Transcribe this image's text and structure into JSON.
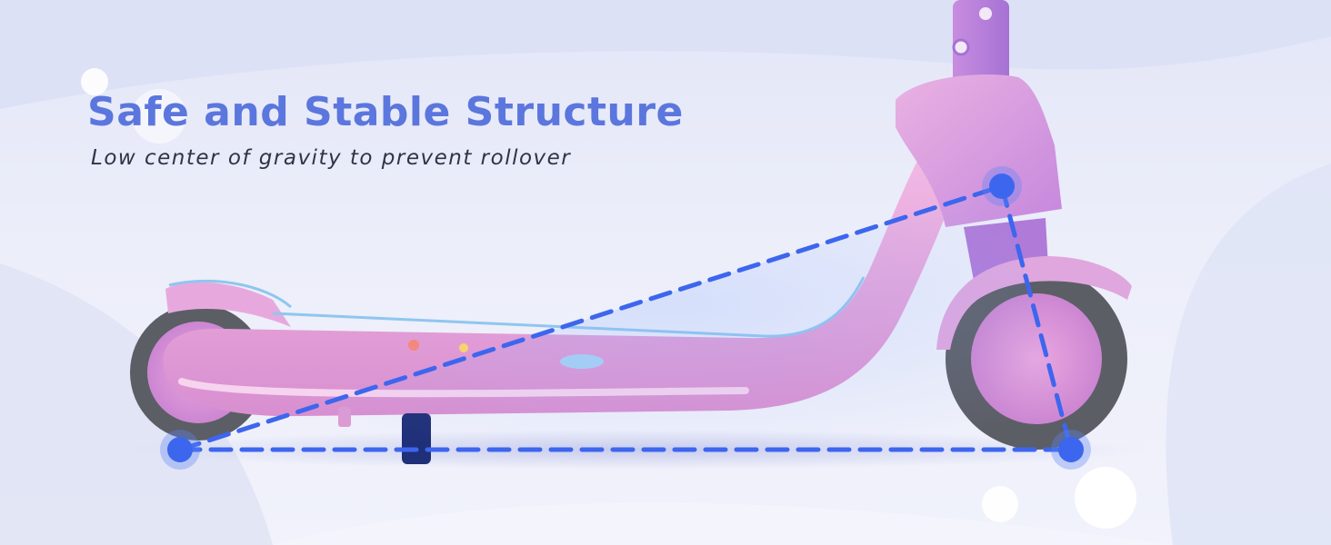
{
  "banner": {
    "title": "Safe and Stable Structure",
    "subtitle": "Low center of gravity to prevent rollover"
  },
  "colors": {
    "title": "#5b76dd",
    "subtitle": "#2f3448",
    "guide_line": "#3d66ee",
    "scooter_pink": "#e7a6dc",
    "scooter_purple": "#b07ad8",
    "wheel": "#5c5e66"
  },
  "illustration": {
    "subject": "kids-scooter-side-view",
    "guide": "stability-triangle"
  }
}
